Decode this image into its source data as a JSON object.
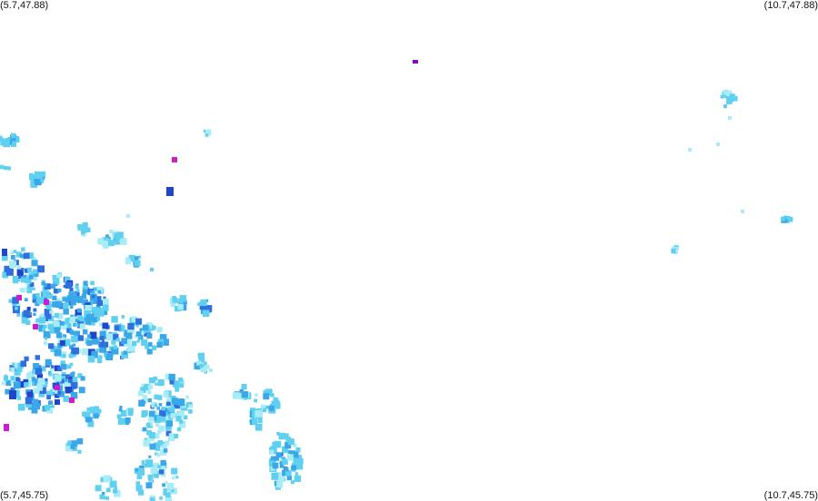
{
  "corners": {
    "top_left": "(5.7,47.88)",
    "top_right": "(10.7,47.88)",
    "bottom_left": "(5.7,45.75)",
    "bottom_right": "(10.7,45.75)"
  },
  "palette": {
    "light_cyan": "#a8ecf8",
    "cyan": "#5fd0f0",
    "sky_blue": "#3aa8e8",
    "blue": "#2f6fe0",
    "dark_blue": "#1f45c8",
    "magenta": "#d01ad0",
    "purple": "#7a10c0"
  }
}
